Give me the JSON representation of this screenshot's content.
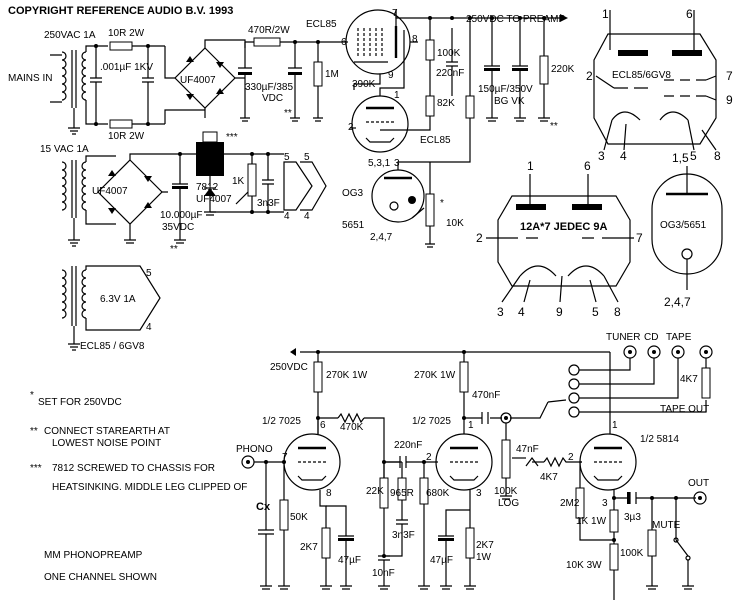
{
  "header": {
    "copyright": "COPYRIGHT REFERENCE AUDIO B.V. 1993"
  },
  "power_supply": {
    "mains_in": "MAINS IN",
    "t1_secondary": "250VAC 1A",
    "r_top": "10R 2W",
    "r_bottom": "10R 2W",
    "c_snubber": ".001µF 1KV",
    "bridge_hv": "UF4007",
    "r_470": "470R/2W",
    "c_330": "330µF/385",
    "c_330_b": "VDC",
    "r_1m": "1M",
    "ecl85_top": "ECL85",
    "r_390k": "390K",
    "r_100k": "100K",
    "c_220n": "220nF",
    "r_82k": "82K",
    "ecl85_bottom": "ECL85",
    "rail_label": "250VDC TO PREAMP",
    "c_150": "150µF/350V",
    "c_150_b": "BG VK",
    "r_220k": "220K",
    "og3_label": "OG3",
    "og3_type": "5651",
    "og3_pins": "2,4,7",
    "og3_pins_top": "5,3,1",
    "pot_10k": "10K",
    "asterisk": "*",
    "double_asterisk": "**",
    "triple_asterisk": "***",
    "t2_secondary": "15 VAC 1A",
    "bridge_lv": "UF4007",
    "reg": "7812",
    "diode_lv": "UF4007",
    "c_10000": "10.000µF",
    "c_10000_b": "35VDC",
    "r_1k": "1K",
    "c_3n3": "3n3F",
    "pin5": "5",
    "pin4": "4",
    "t3_secondary": "6.3V  1A",
    "t3_label": "ECL85 / 6GV8"
  },
  "tube_diagrams": {
    "ecl85": {
      "title": "ECL85/6GV8",
      "pins": [
        "1",
        "6",
        "2",
        "7",
        "9",
        "3",
        "4",
        "5",
        "8"
      ]
    },
    "jedec": {
      "title": "12A*7 JEDEC 9A",
      "pins": [
        "1",
        "6",
        "2",
        "7",
        "3",
        "4",
        "9",
        "5",
        "8"
      ]
    },
    "og3": {
      "title": "OG3/5651",
      "top": "1,5",
      "bottom": "2,4,7"
    }
  },
  "notes": {
    "n1": "SET FOR 250VDC",
    "n2a": "CONNECT STAREARTH AT",
    "n2b": "LOWEST NOISE POINT",
    "n3a": "7812 SCREWED TO CHASSIS FOR",
    "n3b": "HEATSINKING. MIDDLE LEG CLIPPED OF",
    "n4": "MM PHONOPREAMP",
    "n5": "ONE CHANNEL SHOWN"
  },
  "preamp": {
    "rail": "250VDC",
    "r1": "270K 1W",
    "r2": "270K 1W",
    "r_fb": "470K",
    "v1": "1/2 7025",
    "v2": "1/2 7025",
    "v3": "1/2 5814",
    "phono": "PHONO",
    "cx": "Cx",
    "r_50k": "50K",
    "r_2k7a": "2K7",
    "c_47a": "47µF",
    "r_22k": "22K",
    "r_965": "965R",
    "c_3n3b": "3n3F",
    "c_10n": "10nF",
    "c_220nb": "220nF",
    "r_680k": "680K",
    "c_47b": "47µF",
    "r_2k7b": "2K7",
    "r_2k7b_w": "1W",
    "c_470n": "470nF",
    "c_47n": "47nF",
    "pot_100k": "100K",
    "pot_log": "LOG",
    "r_4k7a": "4K7",
    "r_2m2": "2M2",
    "r_1k1w": "1K 1W",
    "c_3u3": "3µ3",
    "r_100k": "100K",
    "r_10k3w": "10K 3W",
    "mute": "MUTE",
    "out": "OUT",
    "tuner": "TUNER",
    "cd": "CD",
    "tape": "TAPE",
    "tape_out": "TAPE OUT",
    "r_4k7b": "4K7"
  }
}
